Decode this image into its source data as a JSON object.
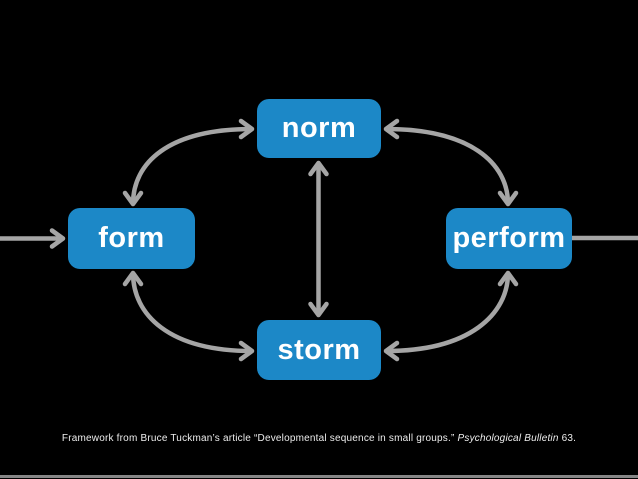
{
  "colors": {
    "canvas_bg": "#000000",
    "node_bg": "#1c88c7",
    "node_text": "#ffffff",
    "arrow": "#a5a5a5",
    "caption_text": "#ededed",
    "footer_line": "#868686"
  },
  "nodes": {
    "form": {
      "label": "form"
    },
    "norm": {
      "label": "norm"
    },
    "storm": {
      "label": "storm"
    },
    "perform": {
      "label": "perform"
    }
  },
  "edges": [
    {
      "from": "offstage-left",
      "to": "form",
      "style": "straight",
      "heads": "end"
    },
    {
      "from": "form",
      "to": "norm",
      "style": "curved",
      "heads": "both"
    },
    {
      "from": "norm",
      "to": "perform",
      "style": "curved",
      "heads": "both"
    },
    {
      "from": "form",
      "to": "storm",
      "style": "curved",
      "heads": "both"
    },
    {
      "from": "storm",
      "to": "perform",
      "style": "curved",
      "heads": "both"
    },
    {
      "from": "norm",
      "to": "storm",
      "style": "straight",
      "heads": "both"
    },
    {
      "from": "perform",
      "to": "offstage-right",
      "style": "straight",
      "heads": "none"
    }
  ],
  "caption": {
    "prefix": "Framework from Bruce Tuckman’s article “Developmental sequence in small groups.” ",
    "italic": "Psychological Bulletin",
    "suffix": " 63."
  }
}
